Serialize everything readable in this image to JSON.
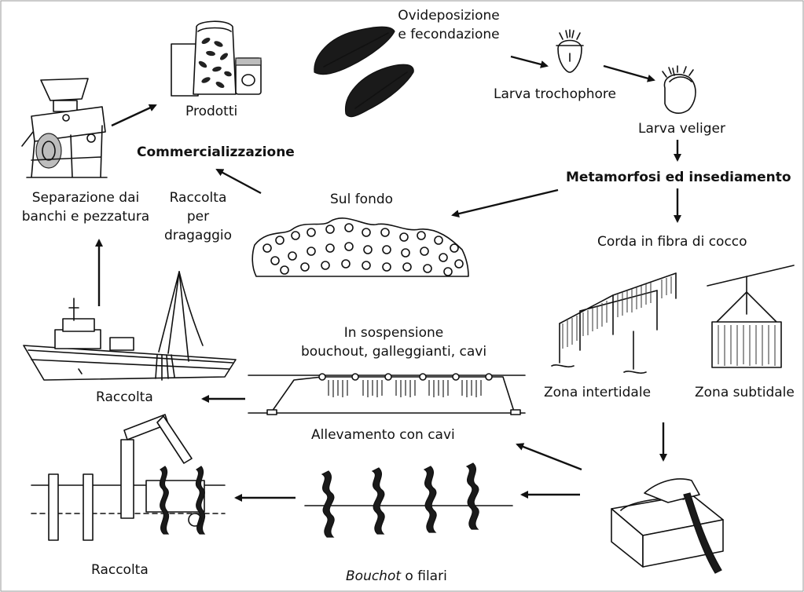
{
  "labels": {
    "ovideposizione_l1": "Ovideposizione",
    "ovideposizione_l2": "e fecondazione",
    "larva_trochophore": "Larva trochophore",
    "larva_veliger": "Larva veliger",
    "metamorfosi": "Metamorfosi ed insediamento",
    "corda": "Corda in fibra di cocco",
    "zona_intertidale": "Zona intertidale",
    "zona_subtidale": "Zona subtidale",
    "sul_fondo": "Sul fondo",
    "raccolta_dragaggio_l1": "Raccolta",
    "raccolta_dragaggio_l2": "per",
    "raccolta_dragaggio_l3": "dragaggio",
    "commercializzazione": "Commercializzazione",
    "prodotti": "Prodotti",
    "separazione_l1": "Separazione dai",
    "separazione_l2": "banchi e pezzatura",
    "sospensione_l1": "In sospensione",
    "sospensione_l2": "bouchout, galleggianti, cavi",
    "allevamento_cavi": "Allevamento con cavi",
    "raccolta_boat": "Raccolta",
    "raccolta_bottom": "Raccolta",
    "bouchot_italic": "Bouchot",
    "bouchot_rest": " o filari"
  }
}
